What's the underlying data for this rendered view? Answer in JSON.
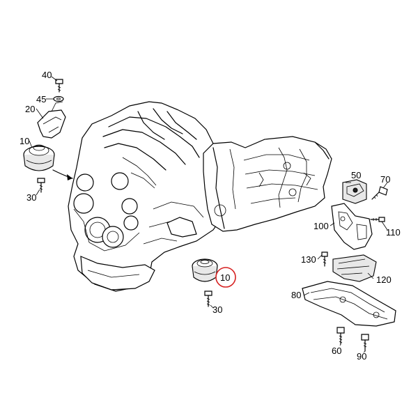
{
  "callouts": {
    "c40": "40",
    "c45": "45",
    "c20": "20",
    "c10_top": "10",
    "c30_top": "30",
    "c50": "50",
    "c70": "70",
    "c110": "110",
    "c100": "100",
    "c130": "130",
    "c120": "120",
    "c10_highlight": "10",
    "c30_bottom": "30",
    "c80": "80",
    "c60": "60",
    "c90": "90"
  },
  "highlight": {
    "color": "#d62020",
    "callout": "10"
  }
}
